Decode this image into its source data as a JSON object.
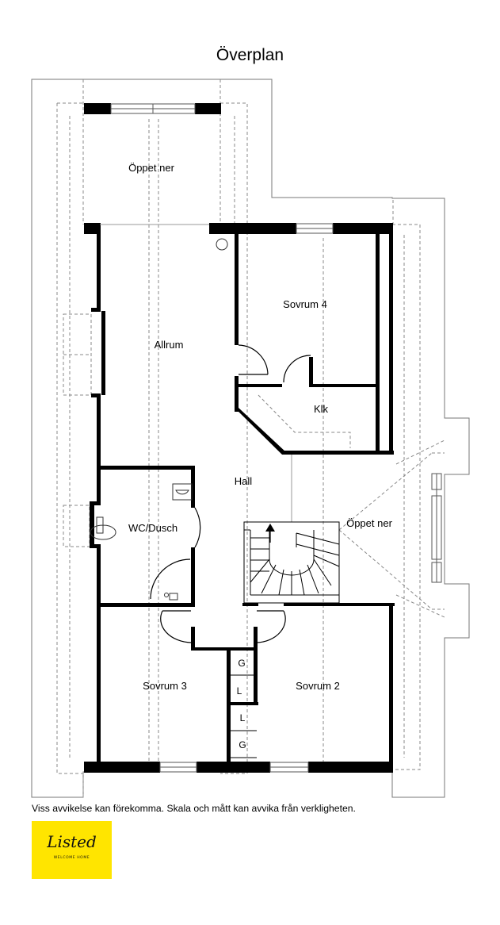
{
  "title": "Överplan",
  "rooms": {
    "open_top": "Öppet ner",
    "allrum": "Allrum",
    "sovrum4": "Sovrum 4",
    "klk": "Klk",
    "hall": "Hall",
    "open_right": "Öppet ner",
    "wc": "WC/Dusch",
    "sovrum3": "Sovrum 3",
    "sovrum2": "Sovrum 2"
  },
  "closets": [
    "G",
    "L",
    "L",
    "G"
  ],
  "disclaimer": "Viss avvikelse kan förekomma. Skala och mått kan avvika från verkligheten.",
  "logo": {
    "word": "Listed",
    "tagline": "WELCOME HOME",
    "bg_color": "#FFE500"
  },
  "colors": {
    "wall": "#000000",
    "line": "#888888"
  }
}
